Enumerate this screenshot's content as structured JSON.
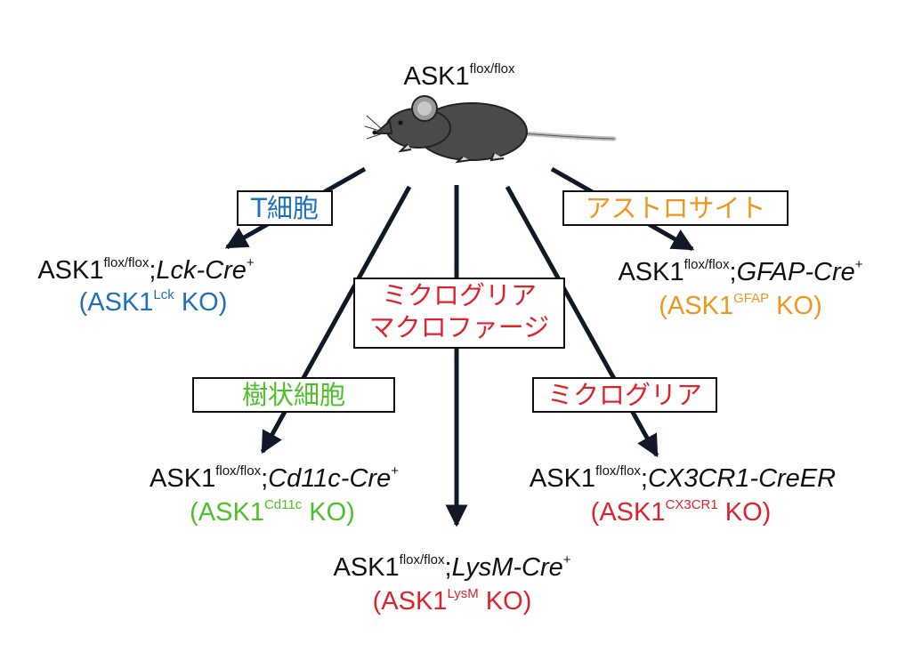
{
  "root": {
    "name": "ASK1",
    "sup": "flox/flox"
  },
  "colors": {
    "arrow": "#111827",
    "t_cell": "#1e6fc0",
    "astrocyte": "#f0961e",
    "dendritic": "#4fc02a",
    "microglia": "#e0232b"
  },
  "boxes": {
    "t_cell": "T細胞",
    "astrocyte": "アストロサイト",
    "microglia_macrophage_1": "ミクログリア",
    "microglia_macrophage_2": "マクロファージ",
    "dendritic": "樹状細胞",
    "microglia": "ミクログリア"
  },
  "lines": {
    "lck": {
      "base": "ASK1",
      "sup": "flox/flox",
      "sep": ";",
      "cre": "Lck-Cre",
      "cre_sup": "+",
      "ko_open": "(ASK1",
      "ko_sup": "Lck",
      "ko_close": " KO)"
    },
    "gfap": {
      "base": "ASK1",
      "sup": "flox/flox",
      "sep": ";",
      "cre": "GFAP-Cre",
      "cre_sup": "+",
      "ko_open": "(ASK1",
      "ko_sup": "GFAP",
      "ko_close": " KO)"
    },
    "cd11c": {
      "base": "ASK1",
      "sup": "flox/flox",
      "sep": ";",
      "cre": "Cd11c-Cre",
      "cre_sup": "+",
      "ko_open": "(ASK1",
      "ko_sup": "Cd11c",
      "ko_close": " KO)"
    },
    "cx3cr1": {
      "base": "ASK1",
      "sup": "flox/flox",
      "sep": ";",
      "cre": "CX3CR1-CreER",
      "ko_open": "(ASK1",
      "ko_sup": "CX3CR1",
      "ko_close": " KO)"
    },
    "lysm": {
      "base": "ASK1",
      "sup": "flox/flox",
      "sep": ";",
      "cre": "LysM-Cre",
      "cre_sup": "+",
      "ko_open": "(ASK1",
      "ko_sup": "LysM",
      "ko_close": " KO)"
    }
  }
}
